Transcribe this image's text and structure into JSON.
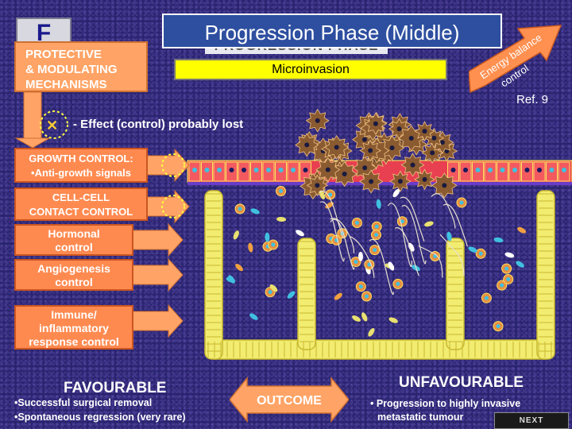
{
  "slide": {
    "letter": "F",
    "title": "Progression Phase (Middle)",
    "subtitle_ghost": "PROGRESSION PHASE",
    "banner": "Microinvasion",
    "ref": "Ref. 9",
    "energy_lines": [
      "Energy balance",
      "control"
    ]
  },
  "left_panel": {
    "heading_lines": [
      "PROTECTIVE",
      "& MODULATING",
      "MECHANISMS"
    ],
    "legend_text": "- Effect (control) probably lost",
    "controls": [
      {
        "lines": [
          "GROWTH CONTROL:",
          "•Anti-growth signals"
        ]
      },
      {
        "lines": [
          "CELL-CELL",
          "CONTACT CONTROL"
        ]
      },
      {
        "lines": [
          "Hormonal",
          "control"
        ]
      },
      {
        "lines": [
          "Angiogenesis",
          "control"
        ]
      },
      {
        "lines": [
          "Immune/",
          "inflammatory",
          "response control"
        ]
      }
    ]
  },
  "outcome": {
    "label": "OUTCOME",
    "favourable_title": "FAVOURABLE",
    "favourable_items": [
      "•Successful surgical removal",
      "•Spontaneous regression (very rare)"
    ],
    "unfavourable_title": "UNFAVOURABLE",
    "unfavourable_items": [
      "• Progression to highly invasive",
      "metastatic tumour"
    ]
  },
  "nav": {
    "next_label": "NEXT"
  },
  "colors": {
    "orange": "#ffa466",
    "title_bg": "#2e4fa0",
    "banner": "#ffff00",
    "vessel": "#f2ec70",
    "background": "#2a2470"
  }
}
